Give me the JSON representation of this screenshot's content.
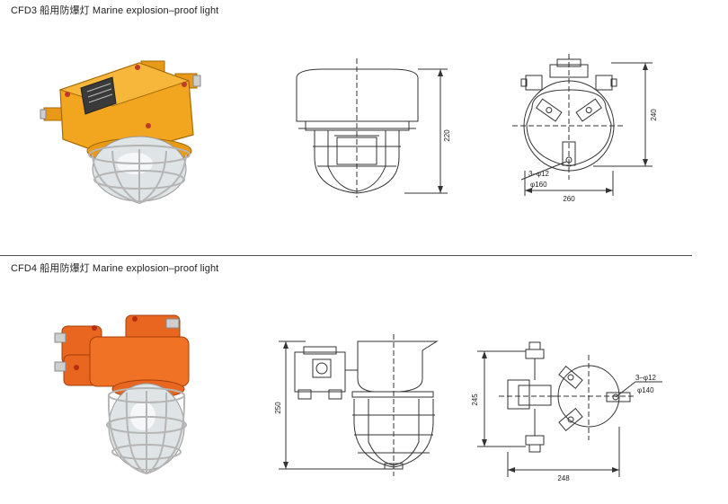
{
  "sections": [
    {
      "title": "CFD3 船用防爆灯 Marine explosion–proof light",
      "side_view": {
        "height_label": "220"
      },
      "top_view": {
        "height_label": "240",
        "width_label": "260",
        "holes_label": "3–φ12",
        "circle_label": "φ160"
      }
    },
    {
      "title": "CFD4 船用防爆灯 Marine explosion–proof light",
      "side_view": {
        "height_label": "250"
      },
      "top_view": {
        "height_label": "245",
        "width_label": "248",
        "holes_label": "3–φ12",
        "circle_label": "φ140"
      }
    }
  ],
  "colors": {
    "cfd3_body": "#f2a51e",
    "cfd4_body": "#e8661f",
    "line": "#333333"
  }
}
